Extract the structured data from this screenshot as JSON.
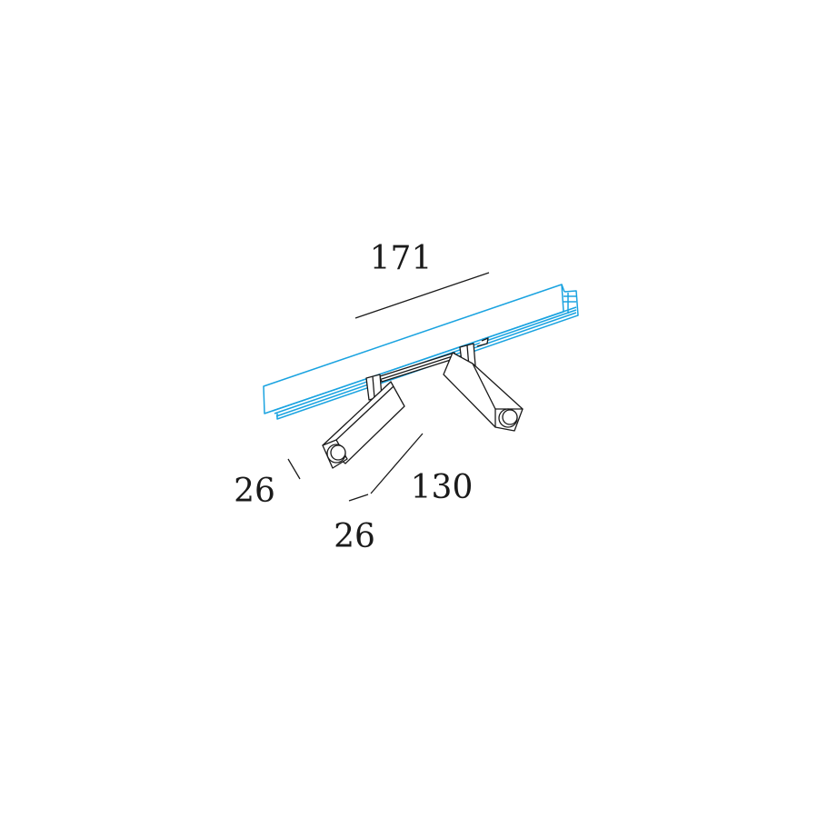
{
  "colors": {
    "rail": "#1aa3e0",
    "lines": "#1a1a1a",
    "background": "#ffffff"
  },
  "dimensions": {
    "length": "171",
    "fixture_length": "130",
    "height": "26",
    "width": "26"
  }
}
